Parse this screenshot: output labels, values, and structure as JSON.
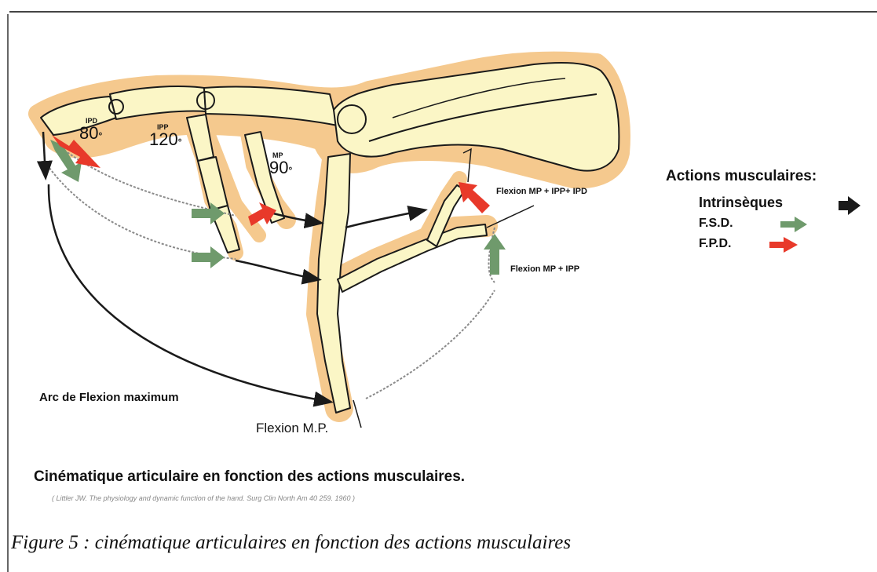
{
  "angles": {
    "ipd": {
      "label": "IPD",
      "value": "80"
    },
    "ipp": {
      "label": "IPP",
      "value": "120"
    },
    "mp": {
      "label": "MP",
      "value": "90"
    }
  },
  "labels": {
    "flexion_mp_ipp_ipd": "Flexion MP + IPP+ IPD",
    "flexion_mp_ipp": "Flexion MP + IPP",
    "arc_flexion": "Arc de Flexion maximum",
    "flexion_mp": "Flexion M.P."
  },
  "legend": {
    "title": "Actions musculaires:",
    "intrinseques": "Intrinsèques",
    "fsd": "F.S.D.",
    "fpd": "F.P.D.",
    "colors": {
      "intrinseques": "#1a1a1a",
      "fsd": "#6f9a6c",
      "fpd": "#e8392a"
    }
  },
  "caption": "Cinématique articulaire en fonction des actions musculaires.",
  "reference": "( Littler JW. The physiology and dynamic function of the hand. Surg Clin North Am 40 259. 1960 )",
  "figure_caption": "Figure 5 : cinématique articulaires en fonction des actions musculaires",
  "colors": {
    "bone": "#fbf6c6",
    "halo": "#f5c98e",
    "outline": "#1a1a1a"
  }
}
